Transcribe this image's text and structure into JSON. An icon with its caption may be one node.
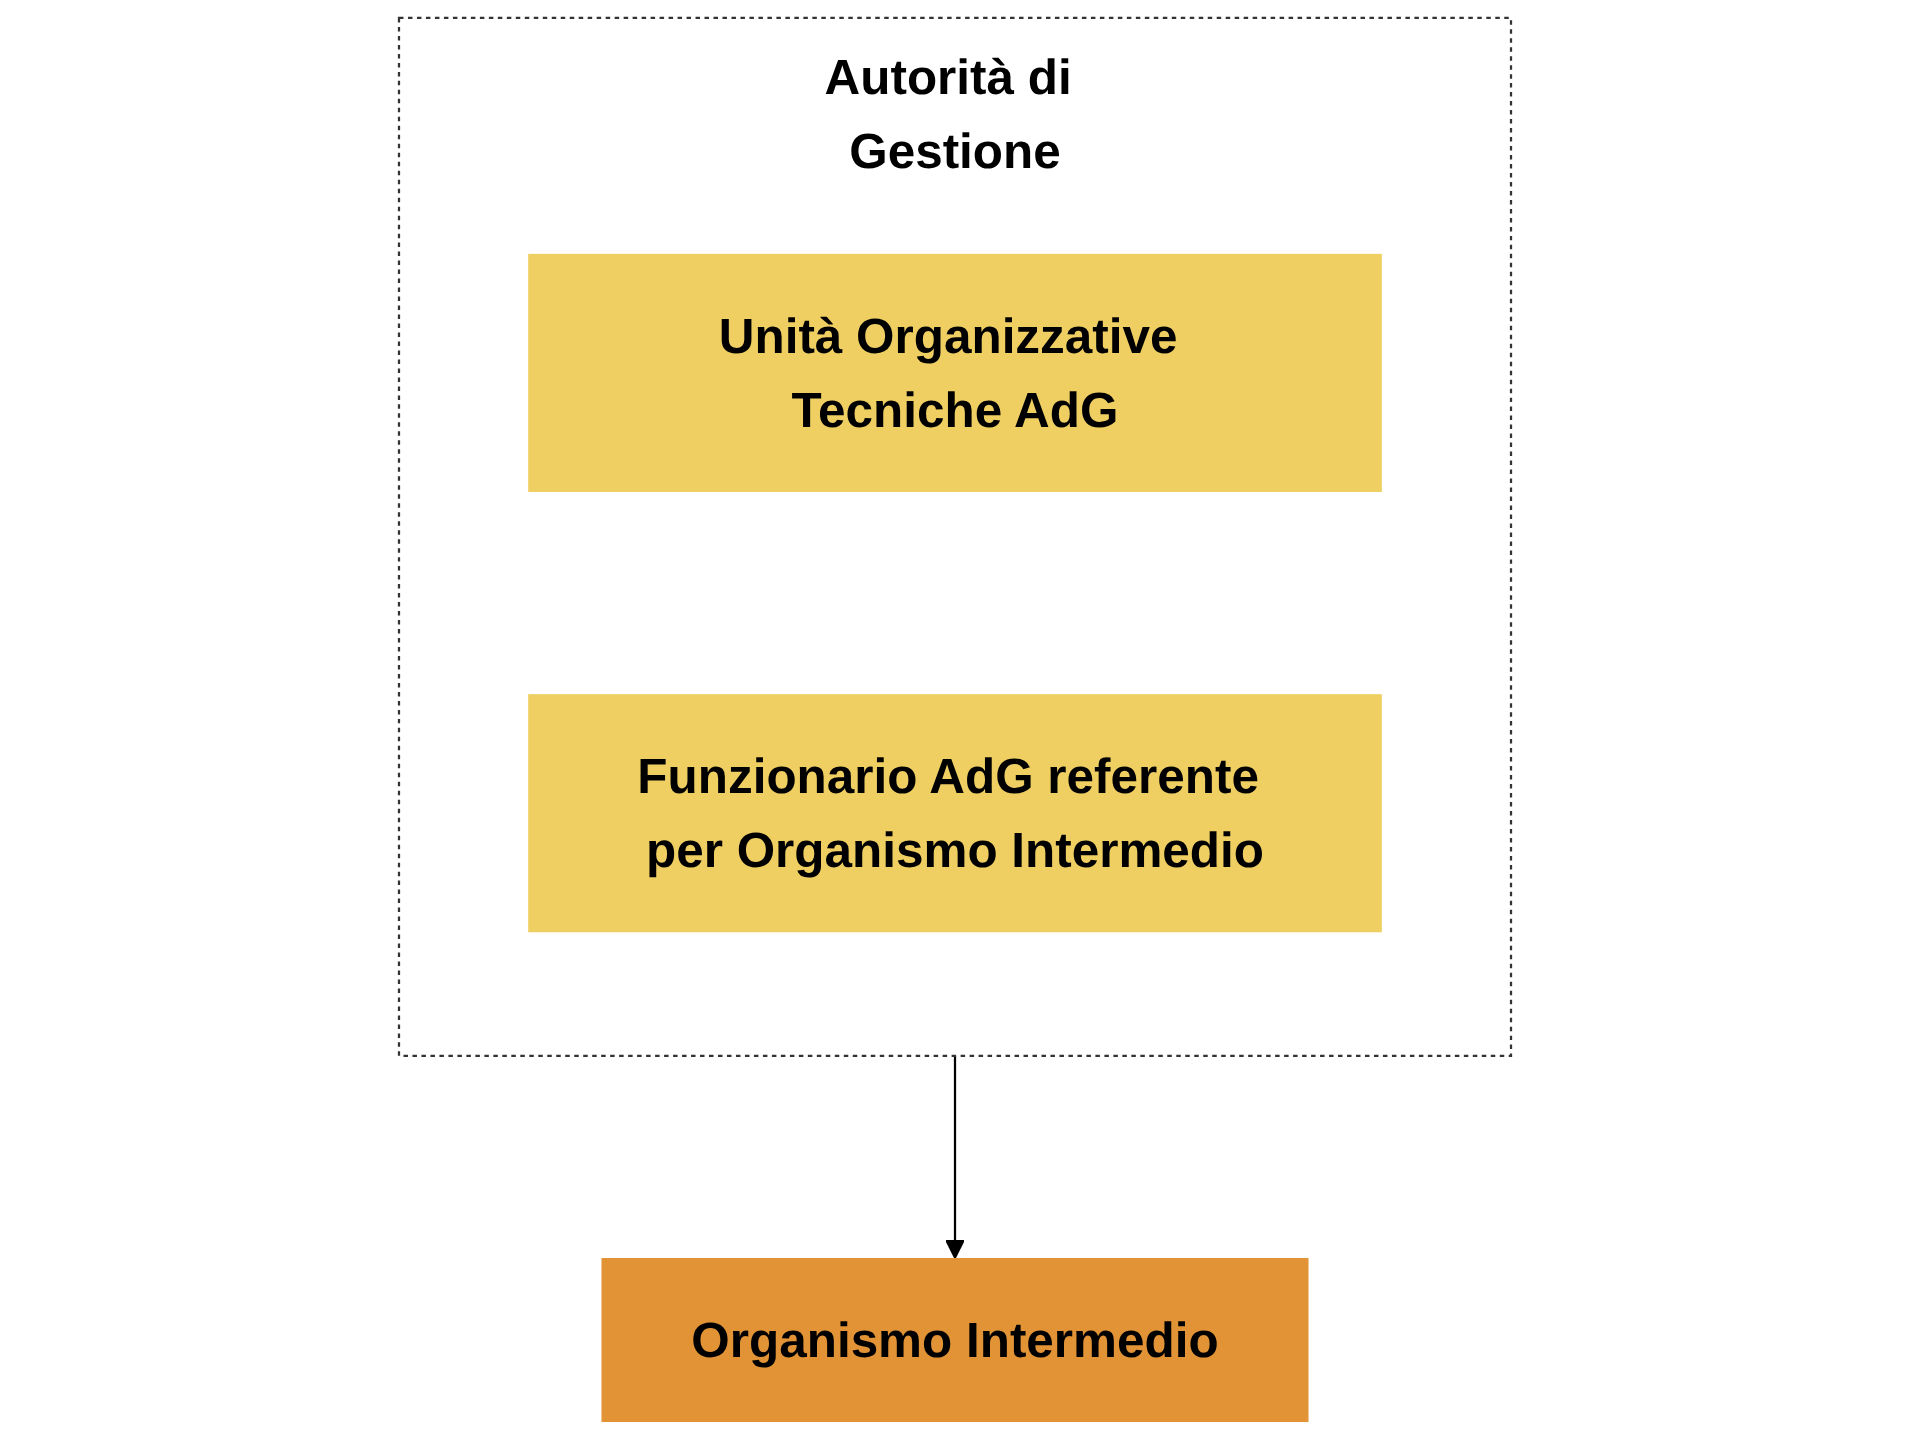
{
  "diagram": {
    "nodes": [
      {
        "text": [
          "Autorità di Gestione"
        ]
      },
      {
        "text": [
          "Unità Organizzative Tecniche AdG"
        ],
        "in": 0
      },
      {
        "text": [
          "Funzionario AdG referente per Organismo Intermedio"
        ],
        "in": 0
      },
      {
        "text": [
          "Organismo Intermedio"
        ]
      }
    ],
    "edges": [
      {
        "from": 0,
        "to": 3,
        "arrow": "to"
      }
    ]
  }
}
